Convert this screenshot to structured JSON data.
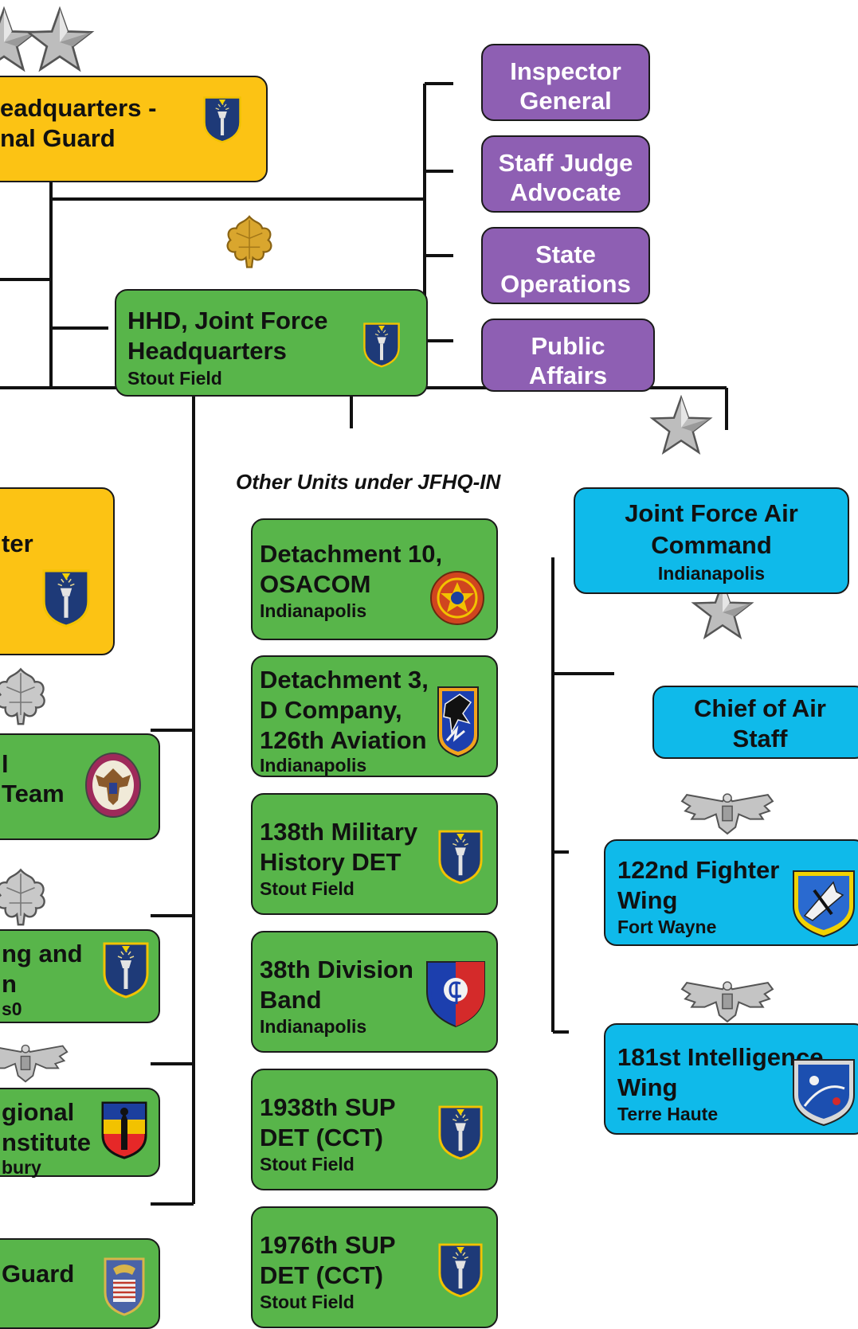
{
  "hq": {
    "line1": "eadquarters -",
    "line2": "nal Guard"
  },
  "hhd": {
    "line1": "HHD, Joint Force",
    "line2": "Headquarters",
    "location": "Stout Field"
  },
  "staff": [
    {
      "line1": "Inspector",
      "line2": "General"
    },
    {
      "line1": "Staff Judge",
      "line2": "Advocate"
    },
    {
      "line1": "State",
      "line2": "Operations"
    },
    {
      "line1": "Public",
      "line2": "Affairs"
    }
  ],
  "caption": "Other Units under JFHQ-IN",
  "left_units": [
    {
      "line1": "ter",
      "line2": "",
      "line3": ""
    },
    {
      "line1": "l",
      "line2": "Team",
      "line3": ""
    },
    {
      "line1": "ng and",
      "line2": "n",
      "line3": "s0"
    },
    {
      "line1": "gional",
      "line2": "nstitute",
      "line3": "bury"
    },
    {
      "line1": "Guard",
      "line2": "",
      "line3": ""
    }
  ],
  "other_units": [
    {
      "line1": "Detachment 10,",
      "line2": "OSACOM",
      "line3": "",
      "location": "Indianapolis"
    },
    {
      "line1": "Detachment 3,",
      "line2": "D Company,",
      "line3": "126th Aviation",
      "location": "Indianapolis"
    },
    {
      "line1": "138th Military",
      "line2": "History DET",
      "line3": "",
      "location": "Stout Field"
    },
    {
      "line1": "38th Division",
      "line2": "Band",
      "line3": "",
      "location": "Indianapolis"
    },
    {
      "line1": "1938th SUP",
      "line2": "DET (CCT)",
      "line3": "",
      "location": "Stout Field"
    },
    {
      "line1": "1976th SUP",
      "line2": "DET (CCT)",
      "line3": "",
      "location": "Stout Field"
    }
  ],
  "air_command": {
    "line1": "Joint Force Air",
    "line2": "Command",
    "location": "Indianapolis"
  },
  "air_staff": {
    "line1": "Chief of Air",
    "line2": "Staff"
  },
  "wings": [
    {
      "line1": "122nd Fighter",
      "line2": "Wing",
      "location": "Fort Wayne"
    },
    {
      "line1": "181st Intelligence",
      "line2": "Wing",
      "location": "Terre Haute"
    }
  ],
  "colors": {
    "headquarters": "#fcc314",
    "army_unit": "#58b54a",
    "staff_office": "#8e5fb3",
    "air_unit": "#0fbaea",
    "connector": "#111111"
  },
  "insignia": [
    "two-star-general",
    "major-oak-leaf",
    "lieutenant-colonel-oak-leaf",
    "colonel-eagle",
    "brigadier-general-star"
  ]
}
